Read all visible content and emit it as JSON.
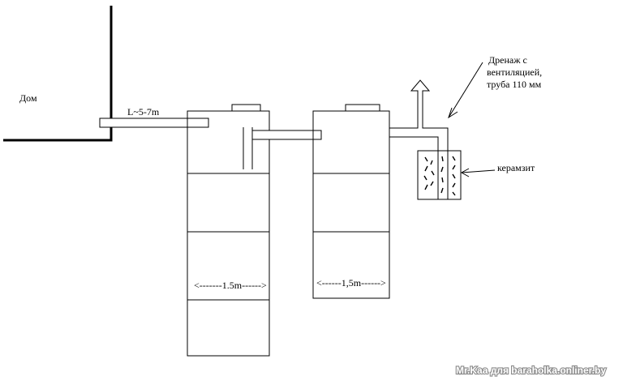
{
  "labels": {
    "house": "Дом",
    "pipe_length": "L~5-7m",
    "tank1_width": "<-------1.5m------>",
    "tank2_width": "<------1,5m------>",
    "drain_line1": "Дренаж с",
    "drain_line2": "вентиляцией,",
    "drain_line3": "труба 110 мм",
    "filler": "керамзит"
  },
  "watermark": "Mr.Kaa для baraholka.onliner.by",
  "colors": {
    "line": "#000000",
    "background": "#ffffff",
    "watermark_fill": "#ffffff",
    "watermark_stroke": "#8a8a8a"
  }
}
